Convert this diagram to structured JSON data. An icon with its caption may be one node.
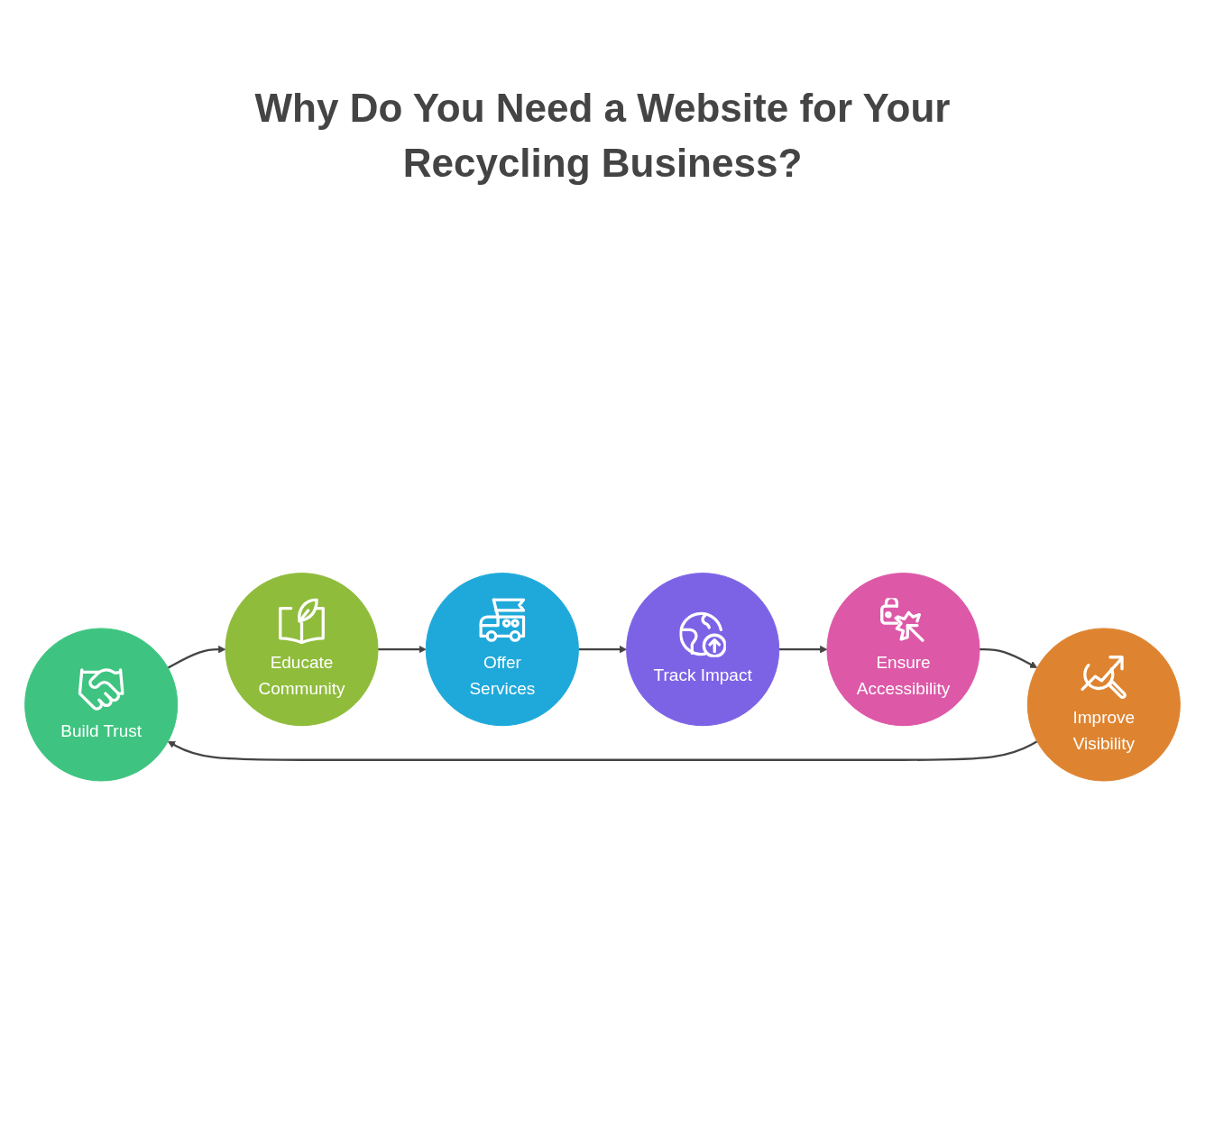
{
  "diagram": {
    "title": "Why Do You Need a Website for Your Recycling Business?",
    "nodes": [
      {
        "text": [
          "Build Trust"
        ]
      },
      {
        "text": [
          "Educate Community"
        ]
      },
      {
        "text": [
          "Offer Services"
        ]
      },
      {
        "text": [
          "Track Impact"
        ]
      },
      {
        "text": [
          "Ensure Accessibility"
        ]
      },
      {
        "text": [
          "Improve Visibility"
        ]
      }
    ],
    "edges": [
      {
        "from": 0,
        "to": 1,
        "arrow": "to"
      },
      {
        "from": 1,
        "to": 2,
        "arrow": "to"
      },
      {
        "from": 2,
        "to": 3,
        "arrow": "to"
      },
      {
        "from": 3,
        "to": 4,
        "arrow": "to"
      },
      {
        "from": 4,
        "to": 5,
        "arrow": "to"
      },
      {
        "from": 5,
        "to": 0,
        "arrow": "to"
      }
    ]
  }
}
